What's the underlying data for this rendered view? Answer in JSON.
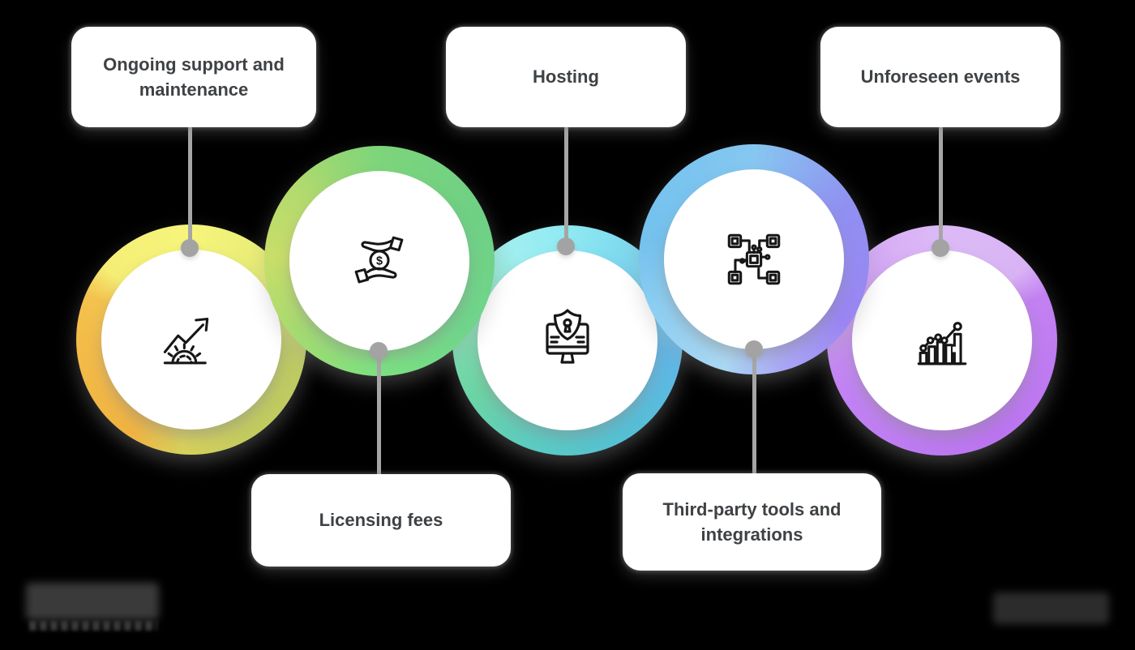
{
  "canvas": {
    "background": "#000000"
  },
  "nodes": [
    {
      "label": "Ongoing support and maintenance",
      "label_position": "top",
      "icon": "gear-growth-arrow-icon",
      "ring_gradient": [
        "#f6f57b",
        "#bcca64",
        "#f3bc49"
      ]
    },
    {
      "label": "Licensing fees",
      "label_position": "bottom",
      "icon": "hands-dollar-coin-icon",
      "ring_gradient": [
        "#c8de69",
        "#6fd084",
        "#7ce181"
      ]
    },
    {
      "label": "Hosting",
      "label_position": "top",
      "icon": "secure-monitor-icon",
      "ring_gradient": [
        "#8feaf2",
        "#60b6e8",
        "#6cd4a4"
      ]
    },
    {
      "label": "Third-party tools and integrations",
      "label_position": "bottom",
      "icon": "chip-network-icon",
      "ring_gradient": [
        "#74c1ee",
        "#9a85f2",
        "#aad8f3"
      ]
    },
    {
      "label": "Unforeseen events",
      "label_position": "top",
      "icon": "growth-bar-chart-icon",
      "ring_gradient": [
        "#dcbaf6",
        "#bb74f0"
      ]
    }
  ],
  "connector": {
    "color": "#a6a6a6"
  },
  "label_style": {
    "text_color": "#3f4245",
    "background": "#ffffff"
  },
  "watermarks": {
    "bottom_left": "blurred-source-logo",
    "bottom_right": "blurred-source-logo"
  },
  "icon_color": "#161616"
}
